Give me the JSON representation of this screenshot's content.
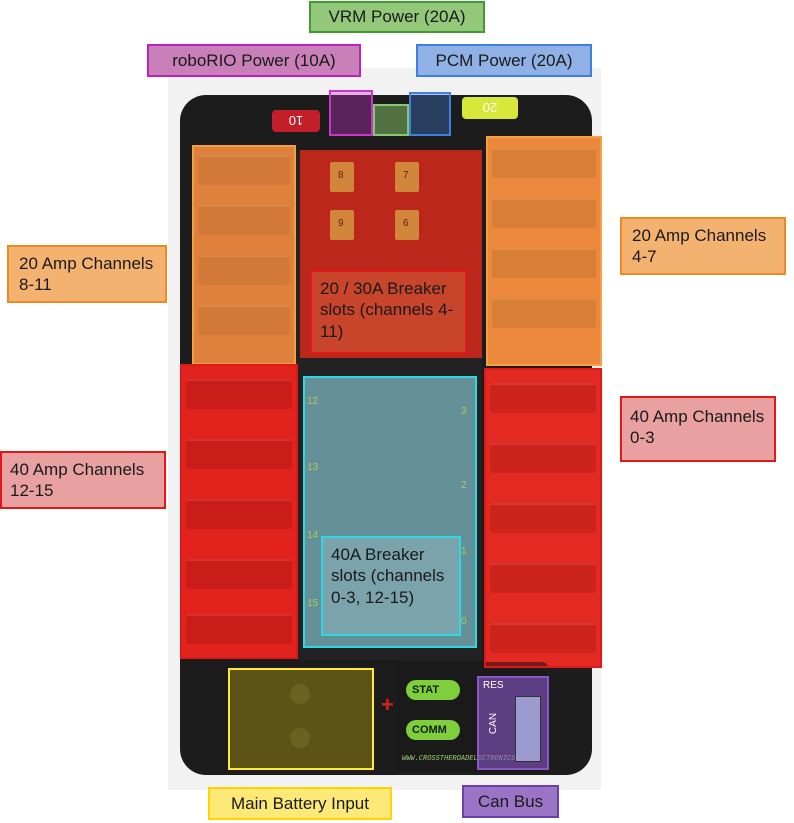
{
  "labels": {
    "vrm_power": "VRM Power (20A)",
    "roborio_power": "roboRIO Power (10A)",
    "pcm_power": "PCM Power (20A)",
    "amp20_left": "20 Amp Channels 8-11",
    "amp20_right": "20 Amp Channels 4-7",
    "breaker_20_30": "20 / 30A Breaker slots (channels 4-11)",
    "amp40_left": "40 Amp Channels 12-15",
    "amp40_right": "40 Amp Channels 0-3",
    "breaker_40": "40A Breaker slots (channels 0-3, 12-15)",
    "main_battery": "Main Battery Input",
    "can_bus": "Can Bus"
  },
  "board_text": {
    "fuse_10": "10",
    "fuse_20": "20",
    "stat": "STAT",
    "comm": "COMM",
    "res": "RES",
    "can": "CAN",
    "website": "WWW.CROSSTHEROADELECTRONICS.COM",
    "slot_numbers": [
      "8",
      "7",
      "9",
      "6",
      "12",
      "3",
      "13",
      "2",
      "14",
      "1",
      "15",
      "0"
    ]
  },
  "colors": {
    "green_box": "#88c76c",
    "magenta_box": "#cc33cc",
    "blue_box": "#3f7fe0",
    "orange_box": "#f4a040",
    "red_box": "#e21818",
    "red_fill": "#e8a0a0",
    "cyan_box": "#2ad8e6",
    "yellow_box": "#ffe93a",
    "purple_box": "#8b57c8"
  }
}
